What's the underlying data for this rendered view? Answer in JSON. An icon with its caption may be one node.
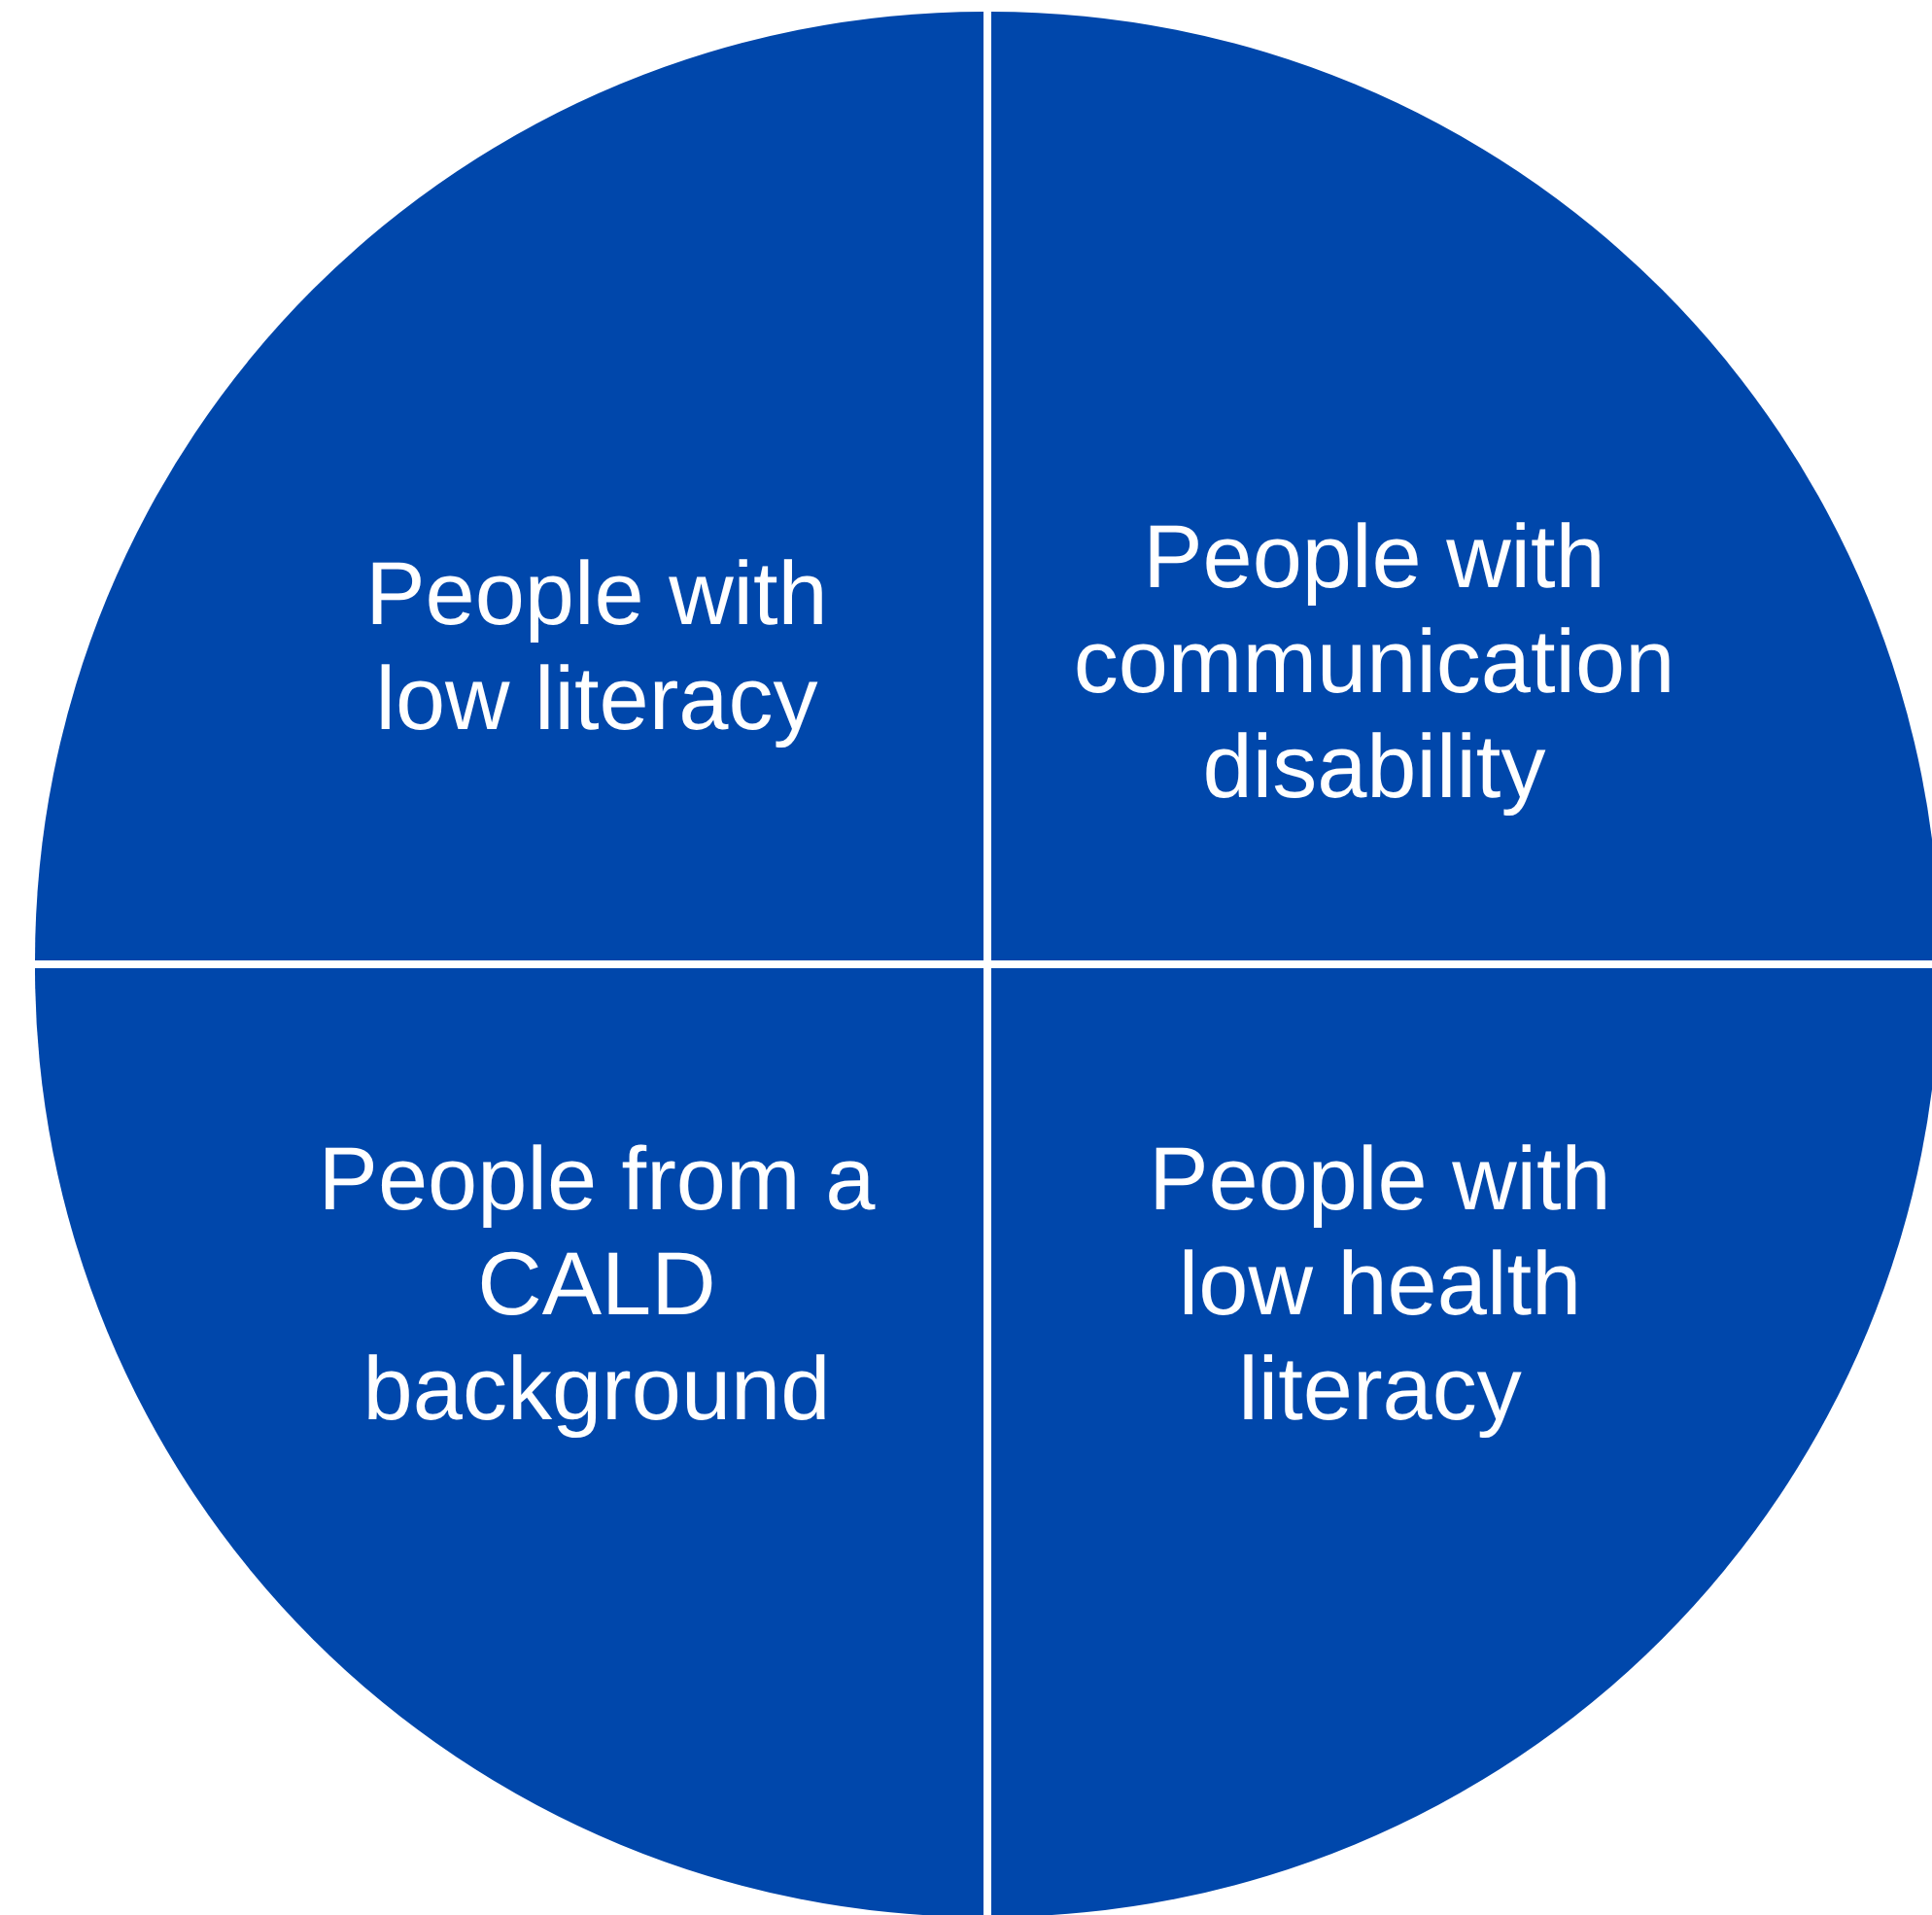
{
  "diagram": {
    "nodes": [
      {
        "text": [
          "People with low literacy"
        ]
      },
      {
        "text": [
          "People with communication disability"
        ]
      },
      {
        "text": [
          "People from a CALD background"
        ]
      },
      {
        "text": [
          "People with low health literacy"
        ]
      }
    ]
  }
}
